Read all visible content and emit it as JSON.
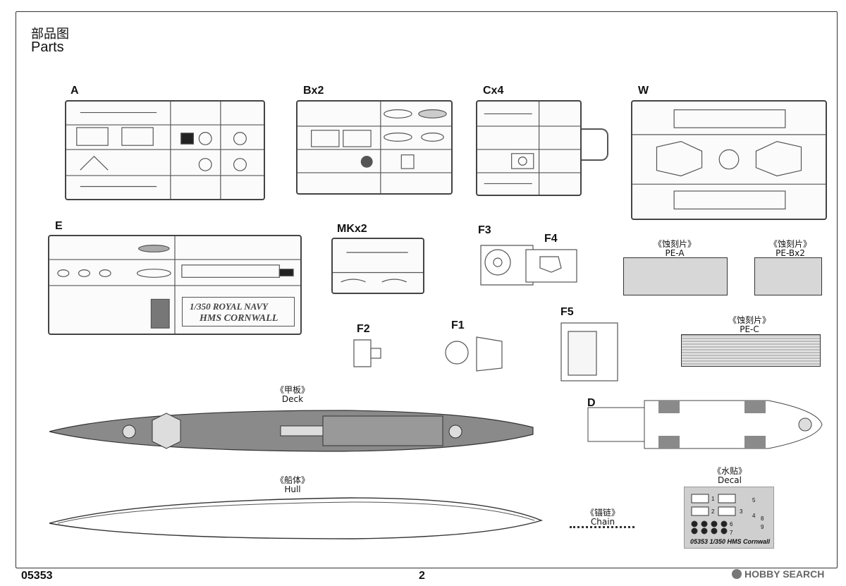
{
  "header": {
    "title_zh": "部品图",
    "title_en": "Parts"
  },
  "sprues": {
    "A": "A",
    "B": "Bx2",
    "C": "Cx4",
    "W": "W",
    "E": "E",
    "MK": "MKx2",
    "F1": "F1",
    "F2": "F2",
    "F3": "F3",
    "F4": "F4",
    "F5": "F5",
    "D": "D"
  },
  "photo_etch": {
    "pe_a": {
      "zh": "《蚀刻片》",
      "en": "PE-A"
    },
    "pe_b": {
      "zh": "《蚀刻片》",
      "en": "PE-Bx2"
    },
    "pe_c": {
      "zh": "《蚀刻片》",
      "en": "PE-C"
    }
  },
  "large_parts": {
    "deck": {
      "zh": "《甲板》",
      "en": "Deck"
    },
    "hull": {
      "zh": "《船体》",
      "en": "Hull"
    },
    "chain": {
      "zh": "《锚链》",
      "en": "Chain"
    },
    "decal": {
      "zh": "《水贴》",
      "en": "Decal"
    }
  },
  "sprue_e_sign": {
    "line1": "1/350 ROYAL NAVY",
    "line2": "HMS CORNWALL"
  },
  "decal_sheet": {
    "title": "05353 1/350  HMS Cornwall",
    "numbers": [
      "1",
      "2",
      "3",
      "4",
      "5",
      "6",
      "7",
      "8",
      "9"
    ]
  },
  "footer": {
    "code": "05353",
    "page": "2",
    "watermark": "HOBBY SEARCH"
  }
}
